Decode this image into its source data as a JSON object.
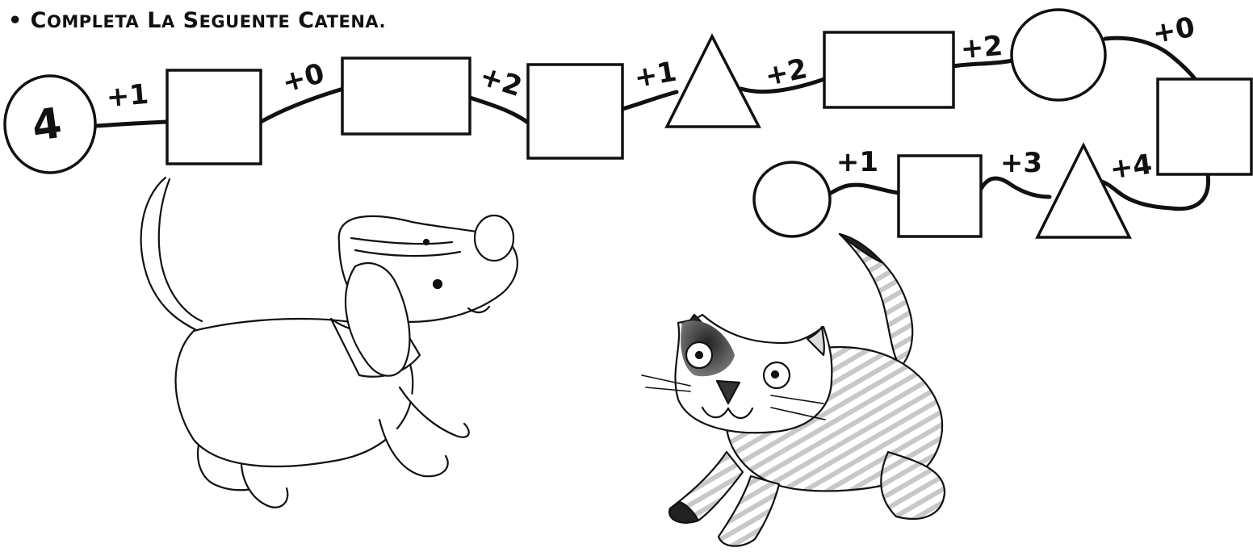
{
  "instruction": {
    "bullet": "•",
    "text": "Completa la seguente catena."
  },
  "chain": {
    "start_value": "4",
    "operations": [
      "+1",
      "+0",
      "+2",
      "+1",
      "+2",
      "+2",
      "+0",
      "+4",
      "+3",
      "+1"
    ],
    "shapes": [
      "circle",
      "square",
      "rectangle",
      "square",
      "triangle",
      "rectangle",
      "circle",
      "square",
      "triangle",
      "square",
      "circle"
    ]
  },
  "illustrations": [
    {
      "name": "dog",
      "style": "line-art"
    },
    {
      "name": "cat",
      "style": "shaded"
    }
  ],
  "colors": {
    "ink": "#111111",
    "paper": "#ffffff",
    "shade": "#9a9a9a"
  }
}
